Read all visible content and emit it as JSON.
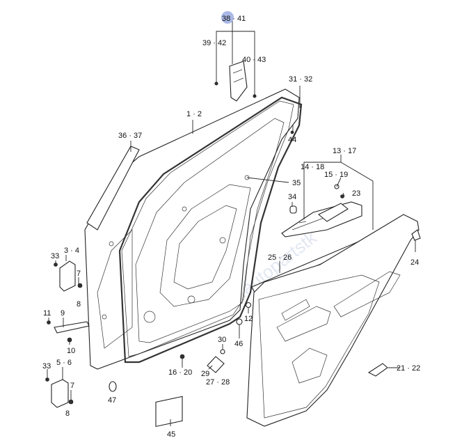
{
  "diagram": {
    "highlight_color": "#a9b8e6",
    "labels": {
      "l38_41": "38 · 41",
      "l39_42": "39 · 42",
      "l40_43": "40 · 43",
      "l31_32": "31 · 32",
      "l1_2": "1 · 2",
      "l36_37": "36 · 37",
      "l44": "44",
      "l13_17": "13 · 17",
      "l14_18": "14 · 18",
      "l15_19": "15 · 19",
      "l23": "23",
      "l35": "35",
      "l34": "34",
      "l3_4": "3 · 4",
      "l33a": "33",
      "l7a": "7",
      "l8a": "8",
      "l24": "24",
      "l25_26": "25 · 26",
      "l11": "11",
      "l9": "9",
      "l10": "10",
      "l12": "12",
      "l46": "46",
      "l30": "30",
      "l33b": "33",
      "l5_6": "5 · 6",
      "l7b": "7",
      "l8b": "8",
      "l16_20": "16 · 20",
      "l29": "29",
      "l27_28": "27 · 28",
      "l21_22": "21 · 22",
      "l47": "47",
      "l45": "45"
    },
    "watermark": "www.autopartstk"
  }
}
